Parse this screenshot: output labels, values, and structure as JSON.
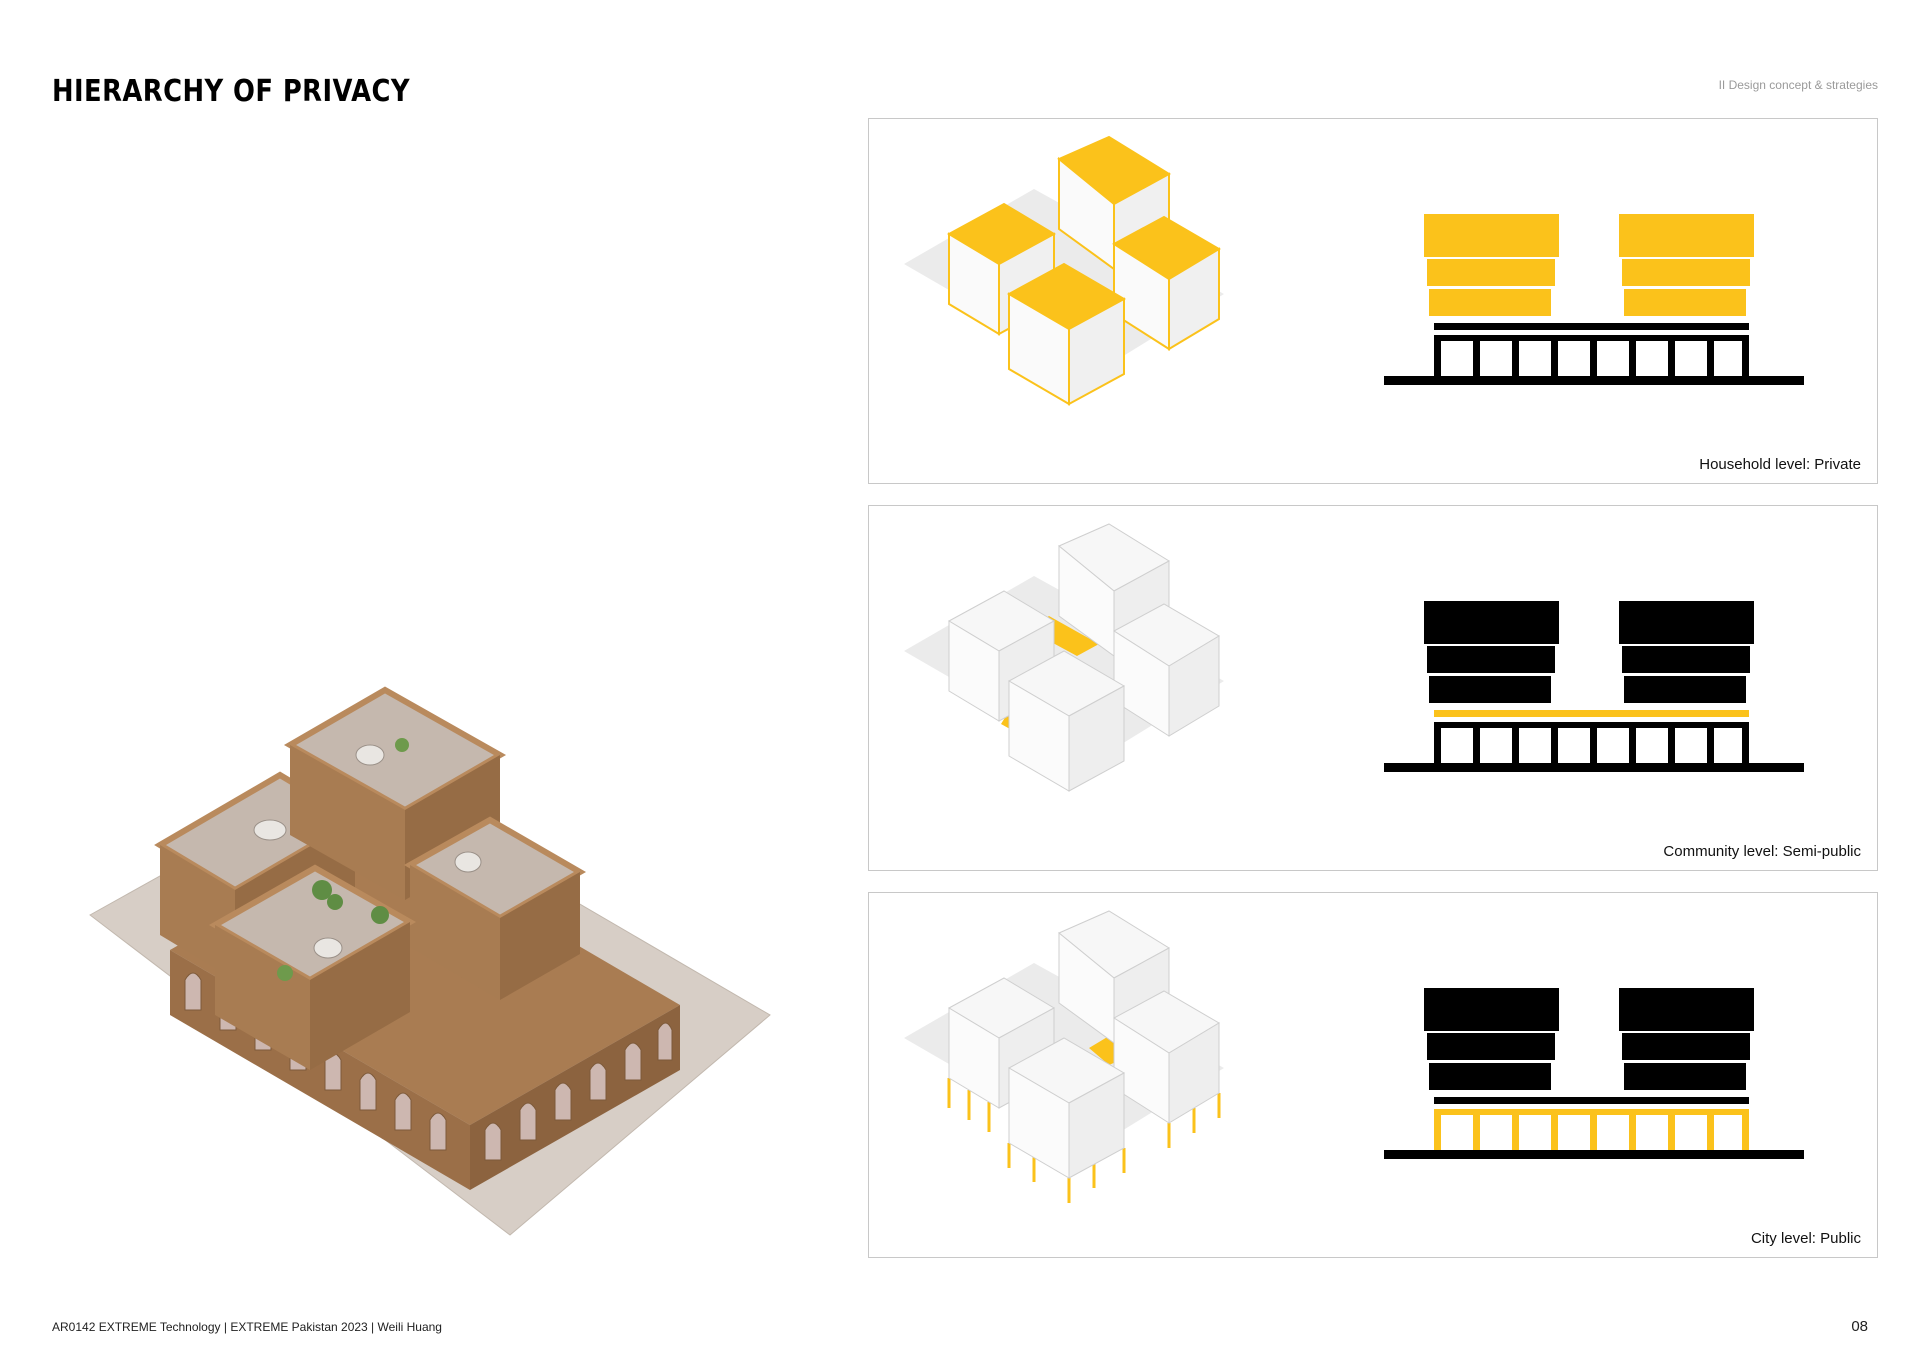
{
  "header": {
    "title": "HIERARCHY OF PRIVACY",
    "section": "II  Design concept & strategies"
  },
  "colors": {
    "accent": "#fbc21b",
    "solid": "#000000",
    "brick": "#b98a5d",
    "roof": "#c5b8ae",
    "ground": "#d7cec6"
  },
  "panels": [
    {
      "label": "Household level:  Private",
      "highlight": "household-blocks"
    },
    {
      "label": "Community level:  Semi-public",
      "highlight": "podium-deck"
    },
    {
      "label": "City level:  Public",
      "highlight": "ground-arcade"
    }
  ],
  "footer": {
    "credit": "AR0142 EXTREME Technology | EXTREME Pakistan 2023 | Weili Huang",
    "page": "08"
  }
}
